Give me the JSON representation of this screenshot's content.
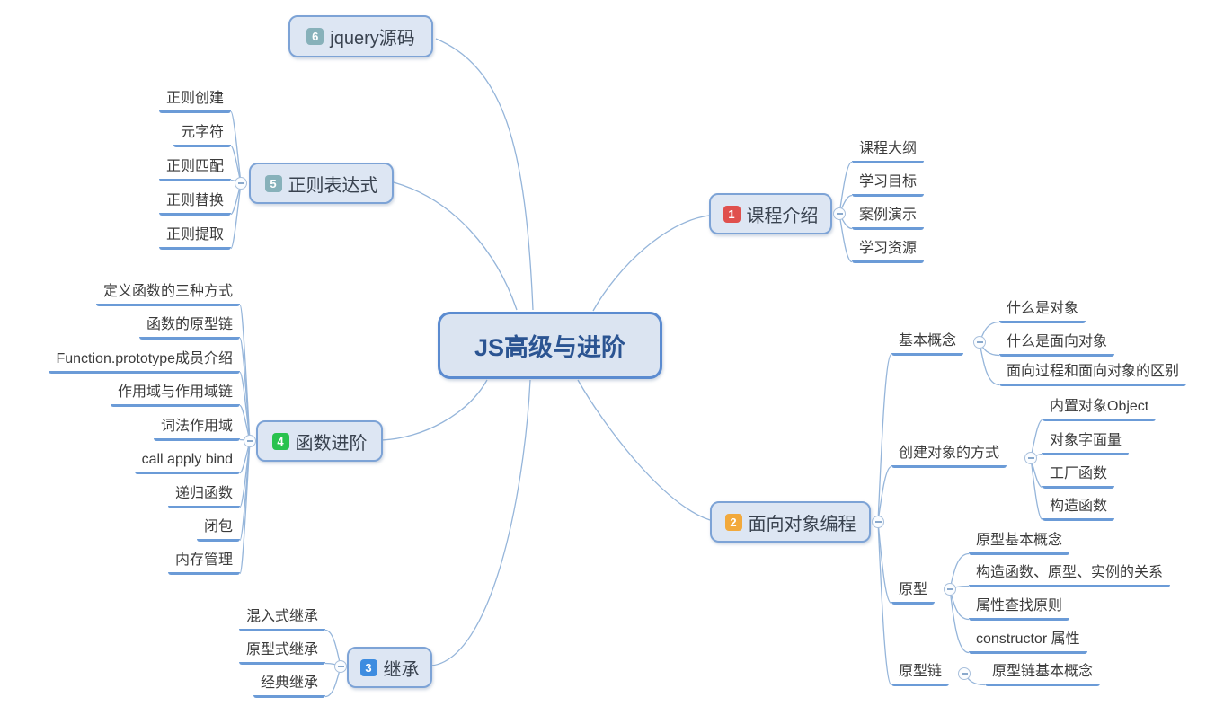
{
  "root": {
    "label": "JS高级与进阶"
  },
  "branches": {
    "course": {
      "badge": "1",
      "badge_color": "#e0504d",
      "label": "课程介绍",
      "children": [
        "课程大纲",
        "学习目标",
        "案例演示",
        "学习资源"
      ]
    },
    "oop": {
      "badge": "2",
      "badge_color": "#f2a93c",
      "label": "面向对象编程",
      "subtopics": [
        {
          "label": "基本概念",
          "children": [
            "什么是对象",
            "什么是面向对象",
            "面向过程和面向对象的区别"
          ]
        },
        {
          "label": "创建对象的方式",
          "children": [
            "内置对象Object",
            "对象字面量",
            "工厂函数",
            "构造函数"
          ]
        },
        {
          "label": "原型",
          "children": [
            "原型基本概念",
            "构造函数、原型、实例的关系",
            "属性查找原则",
            "constructor 属性"
          ]
        },
        {
          "label": "原型链",
          "children": [
            "原型链基本概念"
          ]
        }
      ]
    },
    "inherit": {
      "badge": "3",
      "badge_color": "#3d8ce0",
      "label": "继承",
      "children": [
        "混入式继承",
        "原型式继承",
        "经典继承"
      ]
    },
    "func": {
      "badge": "4",
      "badge_color": "#29c24e",
      "label": "函数进阶",
      "children": [
        "定义函数的三种方式",
        "函数的原型链",
        "Function.prototype成员介绍",
        "作用域与作用域链",
        "词法作用域",
        "call apply bind",
        "递归函数",
        "闭包",
        "内存管理"
      ]
    },
    "regex": {
      "badge": "5",
      "badge_color": "#87b1ba",
      "label": "正则表达式",
      "children": [
        "正则创建",
        "元字符",
        "正则匹配",
        "正则替换",
        "正则提取"
      ]
    },
    "jquery": {
      "badge": "6",
      "badge_color": "#87b1ba",
      "label": "jquery源码"
    }
  },
  "colors": {
    "node_fill": "#dde6f3",
    "node_border": "#7da3d6",
    "central_border": "#5b8bd0",
    "central_text": "#2b5492",
    "leaf_underline": "#6b9bd7",
    "connector": "#95b5da"
  }
}
